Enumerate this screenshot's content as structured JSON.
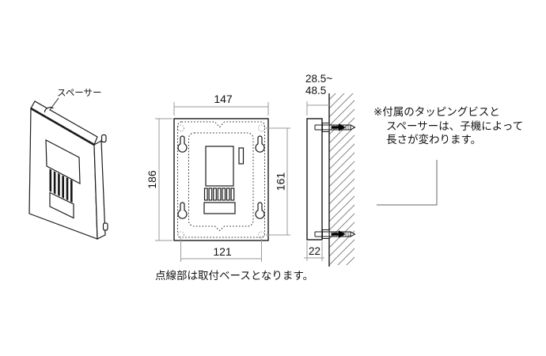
{
  "perspective_view": {
    "spacer_label": "スペーサー"
  },
  "front_view": {
    "overall_width": "147",
    "overall_height": "186",
    "hole_pitch_height": "161",
    "hole_pitch_width": "121"
  },
  "side_view": {
    "protrusion_range_line1": "28.5~",
    "protrusion_range_line2": "48.5",
    "base_thickness": "22"
  },
  "notes": {
    "screw_note_lines": [
      "※付属のタッピングビスと",
      "スペーサーは、子機によって",
      "長さが変わります。"
    ],
    "base_note": "点線部は取付ベースとなります。"
  },
  "colors": {
    "line": "#1a1a1a",
    "dimension": "#9a9a9a",
    "background": "#ffffff"
  }
}
